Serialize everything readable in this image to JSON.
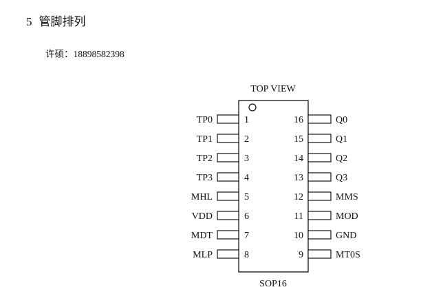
{
  "section": {
    "number": "5",
    "title": "管脚排列"
  },
  "contact": {
    "text": "许硕：18898582398"
  },
  "chip": {
    "top_label": "TOP VIEW",
    "package_label": "SOP16",
    "left_pins": [
      {
        "name": "TP0",
        "number": "1"
      },
      {
        "name": "TP1",
        "number": "2"
      },
      {
        "name": "TP2",
        "number": "3"
      },
      {
        "name": "TP3",
        "number": "4"
      },
      {
        "name": "MHL",
        "number": "5"
      },
      {
        "name": "VDD",
        "number": "6"
      },
      {
        "name": "MDT",
        "number": "7"
      },
      {
        "name": "MLP",
        "number": "8"
      }
    ],
    "right_pins": [
      {
        "name": "Q0",
        "number": "16"
      },
      {
        "name": "Q1",
        "number": "15"
      },
      {
        "name": "Q2",
        "number": "14"
      },
      {
        "name": "Q3",
        "number": "13"
      },
      {
        "name": "MMS",
        "number": "12"
      },
      {
        "name": "MOD",
        "number": "11"
      },
      {
        "name": "GND",
        "number": "10"
      },
      {
        "name": "MT0S",
        "number": "9"
      }
    ]
  }
}
